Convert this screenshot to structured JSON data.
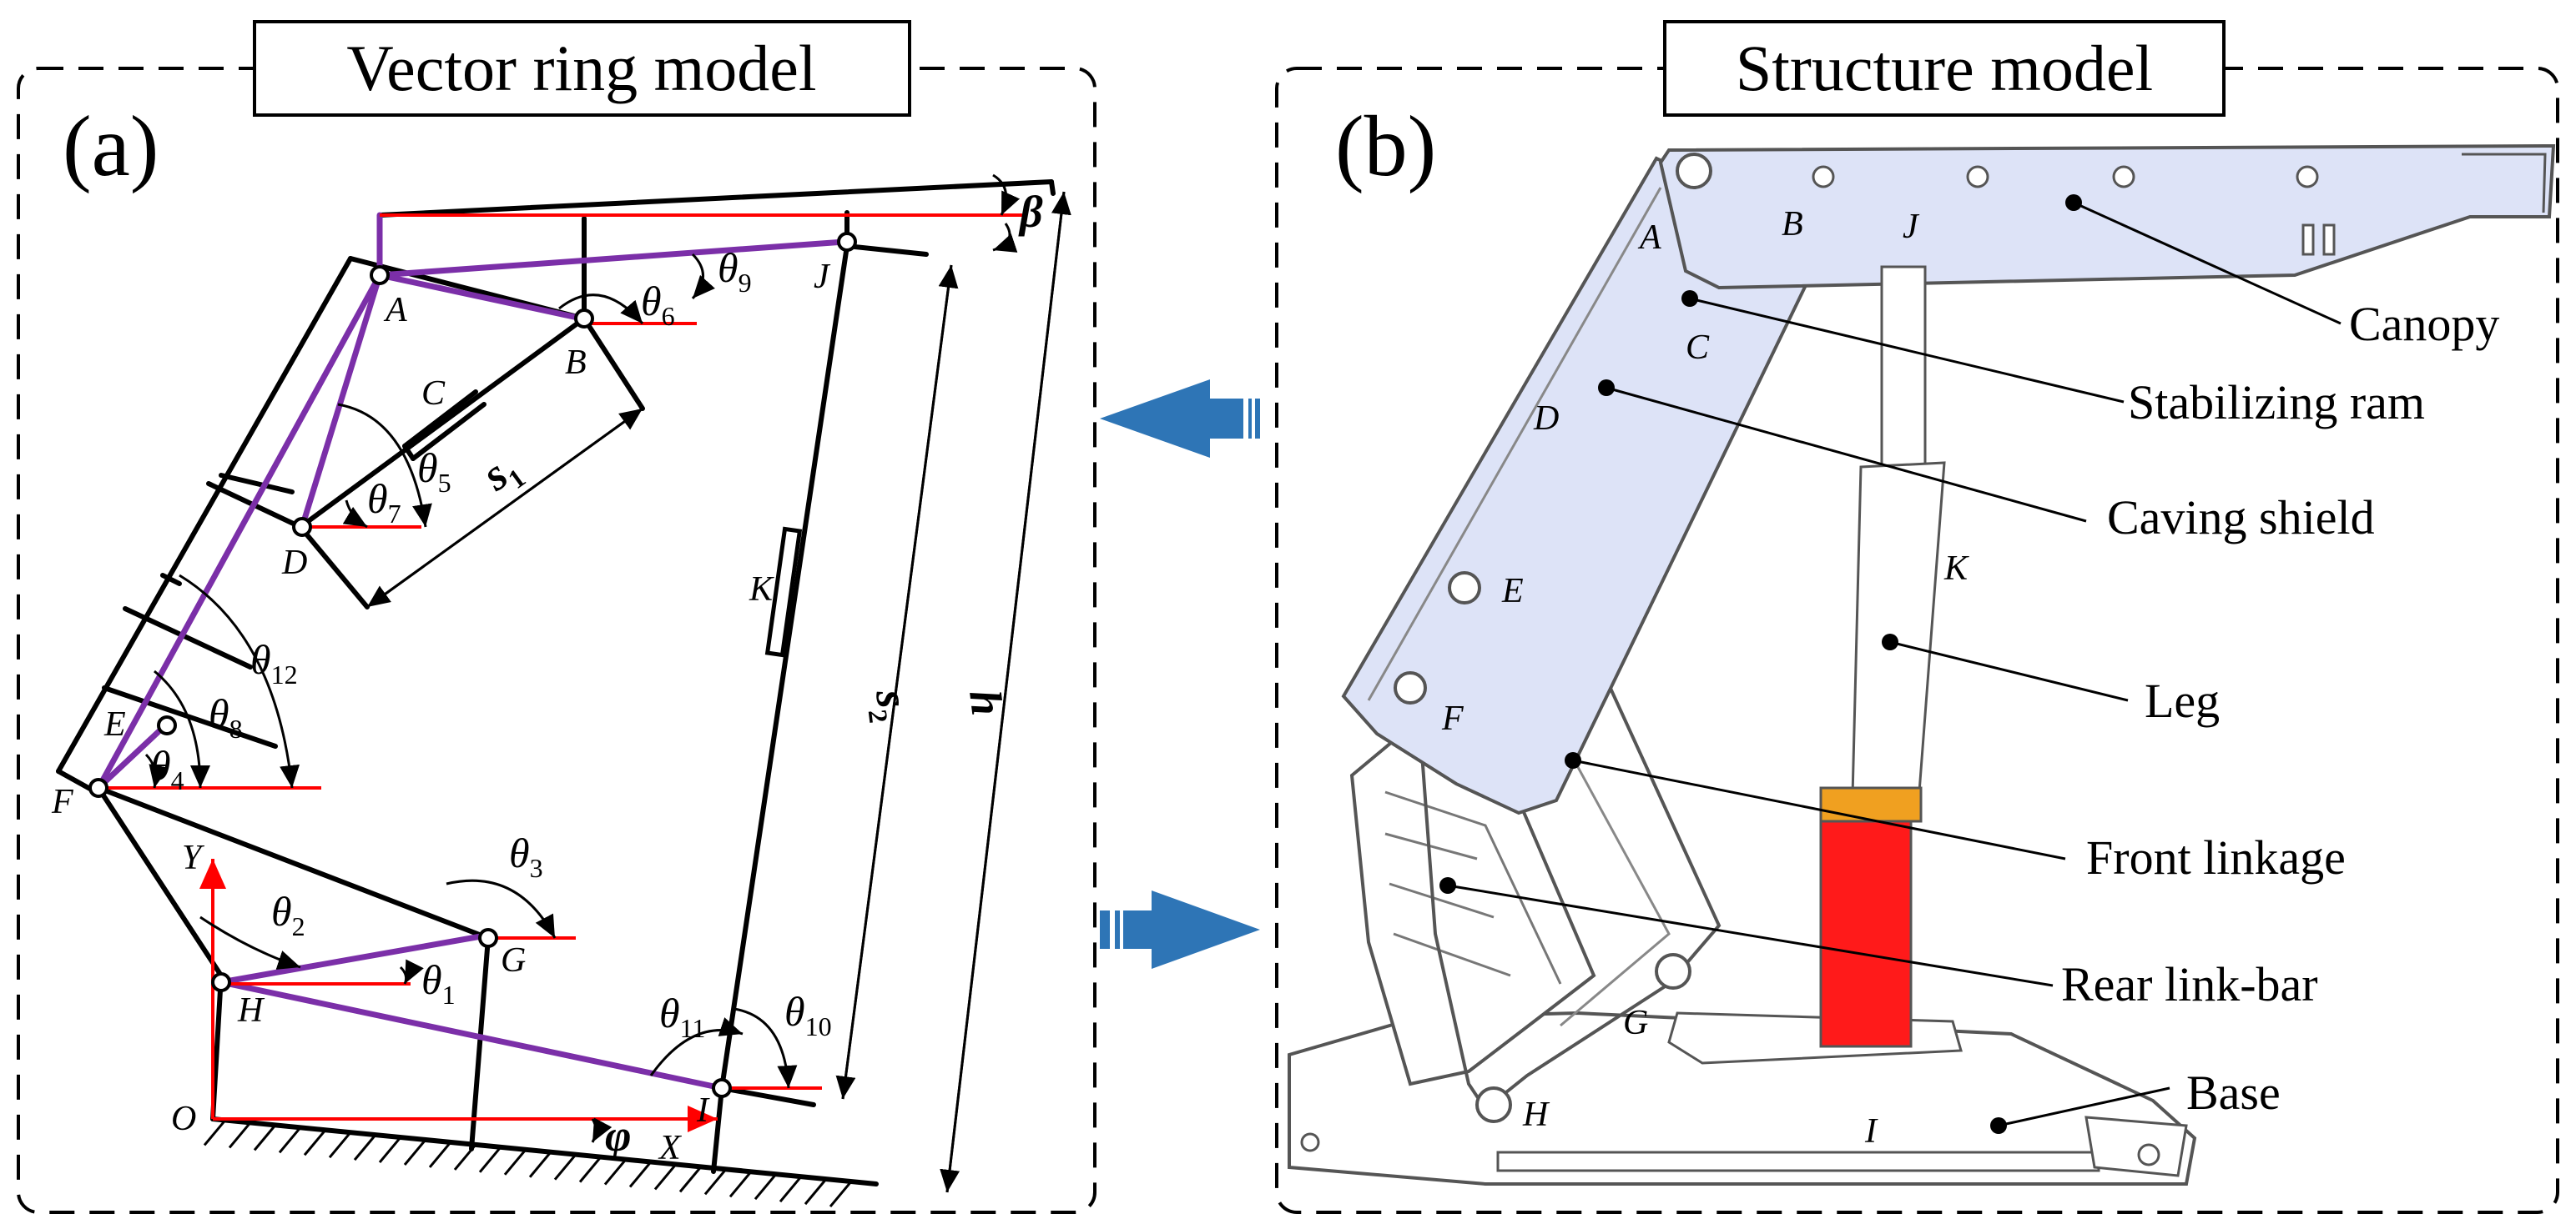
{
  "panel_a": {
    "title": "Vector ring model",
    "tag": "(a)",
    "points": {
      "A": "A",
      "B": "B",
      "C": "C",
      "D": "D",
      "E": "E",
      "F": "F",
      "G": "G",
      "H": "H",
      "I": "I",
      "J": "J",
      "K": "K",
      "O": "O",
      "X": "X",
      "Y": "Y"
    },
    "angles": {
      "t1": {
        "sym": "θ",
        "sub": "1"
      },
      "t2": {
        "sym": "θ",
        "sub": "2"
      },
      "t3": {
        "sym": "θ",
        "sub": "3"
      },
      "t4": {
        "sym": "θ",
        "sub": "4"
      },
      "t5": {
        "sym": "θ",
        "sub": "5"
      },
      "t6": {
        "sym": "θ",
        "sub": "6"
      },
      "t7": {
        "sym": "θ",
        "sub": "7"
      },
      "t8": {
        "sym": "θ",
        "sub": "8"
      },
      "t9": {
        "sym": "θ",
        "sub": "9"
      },
      "t10": {
        "sym": "θ",
        "sub": "10"
      },
      "t11": {
        "sym": "θ",
        "sub": "11"
      },
      "t12": {
        "sym": "θ",
        "sub": "12"
      }
    },
    "beta": "β",
    "phi": "φ",
    "s1": {
      "sym": "s",
      "sub": "1"
    },
    "s2": {
      "sym": "s",
      "sub": "2"
    },
    "h": "h"
  },
  "panel_b": {
    "title": "Structure model",
    "tag": "(b)",
    "points": {
      "A": "A",
      "B": "B",
      "C": "C",
      "D": "D",
      "E": "E",
      "F": "F",
      "G": "G",
      "H": "H",
      "I": "I",
      "J": "J",
      "K": "K"
    },
    "callouts": {
      "canopy": "Canopy",
      "stabilizing_ram": "Stabilizing ram",
      "caving_shield": "Caving shield",
      "leg": "Leg",
      "front_linkage": "Front linkage",
      "rear_link_bar": "Rear link-bar",
      "base": "Base"
    }
  },
  "colors": {
    "vector_lines": "#7b2fa8",
    "reference_lines": "#ff0000",
    "arrows": "#2e75b6",
    "canopy_fill": "#dde3f7",
    "leg_cylinder": "#ff1a1a",
    "leg_ring": "#f0a020"
  }
}
